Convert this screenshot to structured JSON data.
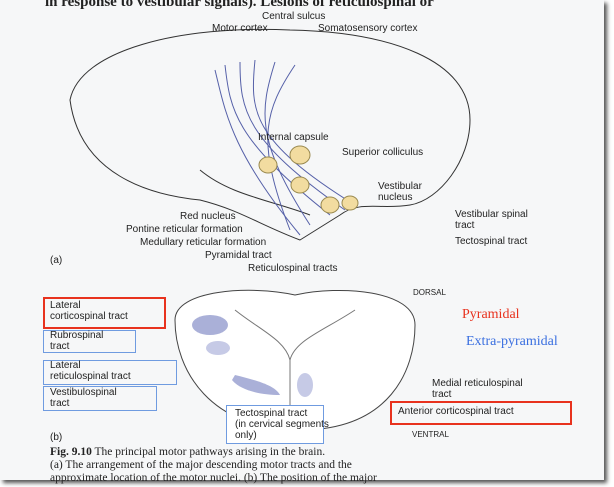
{
  "top_text": "in response to vestibular signals). Lesions of reticulospinal or",
  "part_a": {
    "central_sulcus": "Central sulcus",
    "motor_cortex": "Motor cortex",
    "somatosensory_cortex": "Somatosensory cortex",
    "internal_capsule": "Internal capsule",
    "superior_colliculus": "Superior colliculus",
    "vestibular_nucleus_1": "Vestibular",
    "vestibular_nucleus_2": "nucleus",
    "red_nucleus": "Red nucleus",
    "pontine": "Pontine reticular formation",
    "medullary": "Medullary reticular formation",
    "vestibular_spinal_1": "Vestibular spinal",
    "vestibular_spinal_2": "tract",
    "tectospinal": "Tectospinal tract",
    "pyramidal_tract": "Pyramidal tract",
    "reticulospinal": "Reticulospinal tracts",
    "label": "(a)"
  },
  "part_b": {
    "dorsal": "DORSAL",
    "ventral": "VENTRAL",
    "label": "(b)",
    "lateral_cs_1": "Lateral",
    "lateral_cs_2": "corticospinal tract",
    "rubrospinal_1": "Rubrospinal",
    "rubrospinal_2": "tract",
    "lat_retic_1": "Lateral",
    "lat_retic_2": "reticulospinal tract",
    "vestibulo_1": "Vestibulospinal",
    "vestibulo_2": "tract",
    "medial_retic_1": "Medial reticulospinal",
    "medial_retic_2": "tract",
    "anterior_cs": "Anterior corticospinal tract",
    "tecto_1": "Tectospinal tract",
    "tecto_2": "(in cervical segments",
    "tecto_3": "only)"
  },
  "legend": {
    "pyramidal": "Pyramidal",
    "extra_pyramidal": "Extra-pyramidal",
    "pyramidal_color": "#e8321e",
    "extra_color": "#3a6fe0"
  },
  "caption": {
    "fig": "Fig. 9.10",
    "line1": "The principal motor pathways arising in the brain.",
    "line2": "(a) The arrangement of the major descending motor tracts and the",
    "line3": "approximate location of the motor nuclei. (b) The position of the major"
  }
}
